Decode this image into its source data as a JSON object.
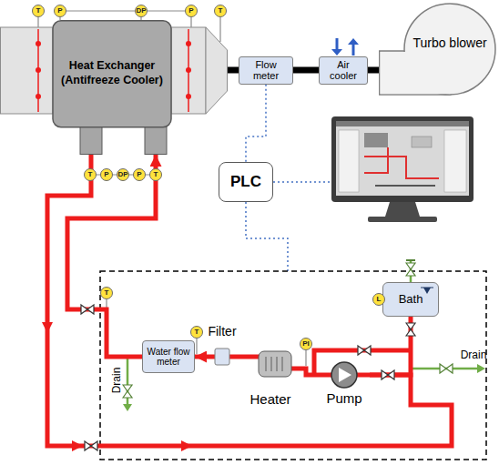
{
  "diagram": {
    "nodes": [
      {
        "text": [
          "T"
        ]
      },
      {
        "text": [
          "P"
        ]
      },
      {
        "text": [
          "DP"
        ]
      },
      {
        "text": [
          "P"
        ]
      },
      {
        "text": [
          "T"
        ]
      },
      {
        "text": [
          "Heat Exchanger (Antifreeze Cooler)"
        ]
      },
      {
        "text": [
          "Flow meter"
        ]
      },
      {
        "text": [
          "Air cooler"
        ]
      },
      {
        "text": [
          "Turbo blower"
        ]
      },
      {
        "text": [
          "T"
        ]
      },
      {
        "text": [
          "P"
        ]
      },
      {
        "text": [
          "DP"
        ]
      },
      {
        "text": [
          "P"
        ]
      },
      {
        "text": [
          "T"
        ]
      },
      {
        "text": [
          "PLC"
        ]
      },
      {
        "text": [
          "Bath"
        ]
      },
      {
        "text": [
          "L"
        ]
      },
      {
        "text": [
          "T"
        ]
      },
      {
        "text": [
          "Filter"
        ]
      },
      {
        "text": [
          "T"
        ]
      },
      {
        "text": [
          "PI"
        ]
      },
      {
        "text": [
          "Water flow meter"
        ]
      },
      {
        "text": [
          "Heater"
        ]
      },
      {
        "text": [
          "Pump"
        ]
      }
    ],
    "edges": [
      {
        "from": 5,
        "to": 6,
        "arrow": "none"
      },
      {
        "from": 6,
        "to": 7,
        "arrow": "none"
      },
      {
        "from": 7,
        "to": 8,
        "arrow": "none"
      },
      {
        "from": 6,
        "to": 14,
        "arrow": "none"
      },
      {
        "from": 5,
        "to": 23,
        "arrow": "none"
      },
      {
        "from": 15,
        "to": 23,
        "arrow": "none"
      },
      {
        "from": 23,
        "to": 22,
        "arrow": "none"
      },
      {
        "from": 22,
        "to": 18,
        "arrow": "none"
      },
      {
        "from": 18,
        "to": 21,
        "arrow": "to"
      },
      {
        "from": 21,
        "to": 5,
        "arrow": "to"
      }
    ],
    "labels": [
      "Drain",
      "Drain"
    ]
  }
}
